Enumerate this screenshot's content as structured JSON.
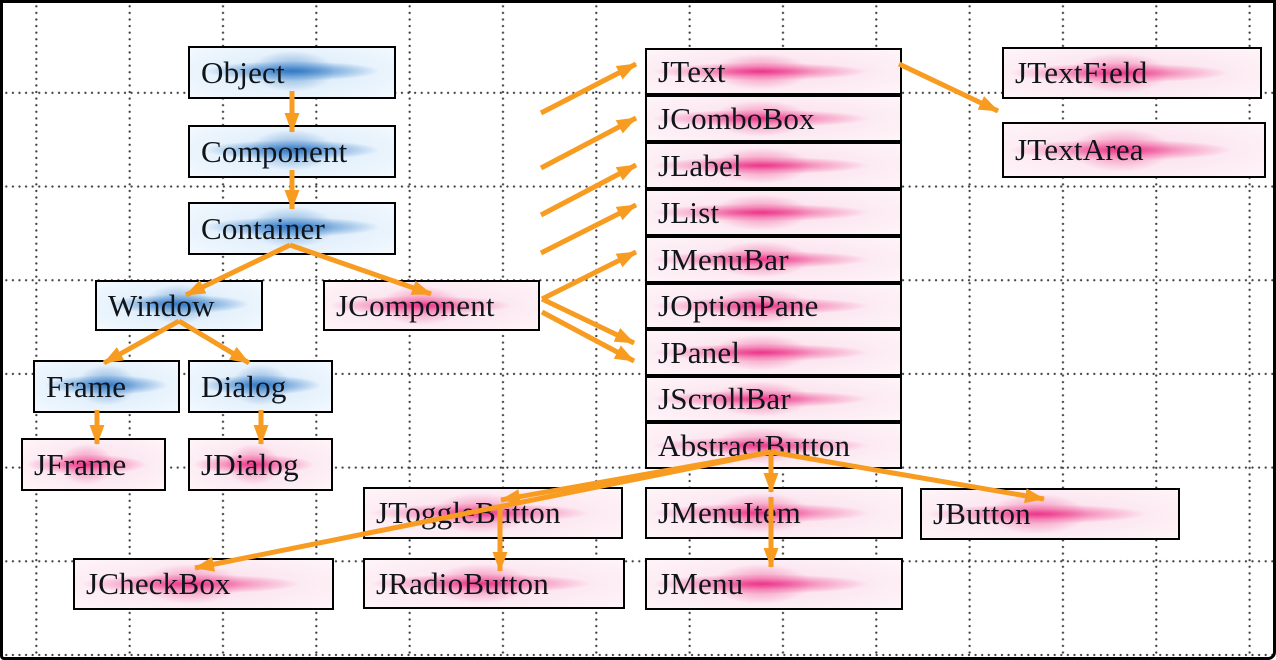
{
  "diagram": {
    "description": "AWT / Swing class hierarchy diagram",
    "arrow_color": "#F79C20",
    "legend": {
      "awt_color_hex": "#2f76c4",
      "swing_color_hex": "#ec2f87"
    },
    "nodes": [
      {
        "id": "object",
        "label": "Object",
        "type": "awt"
      },
      {
        "id": "component",
        "label": "Component",
        "type": "awt"
      },
      {
        "id": "container",
        "label": "Container",
        "type": "awt"
      },
      {
        "id": "window",
        "label": "Window",
        "type": "awt"
      },
      {
        "id": "frame",
        "label": "Frame",
        "type": "awt"
      },
      {
        "id": "dialog",
        "label": "Dialog",
        "type": "awt"
      },
      {
        "id": "jframe",
        "label": "JFrame",
        "type": "swing"
      },
      {
        "id": "jdialog",
        "label": "JDialog",
        "type": "swing"
      },
      {
        "id": "jcomponent",
        "label": "JComponent",
        "type": "swing"
      },
      {
        "id": "jtext",
        "label": "JText",
        "type": "swing"
      },
      {
        "id": "jcombobox",
        "label": "JComboBox",
        "type": "swing"
      },
      {
        "id": "jlabel",
        "label": "JLabel",
        "type": "swing"
      },
      {
        "id": "jlist",
        "label": "JList",
        "type": "swing"
      },
      {
        "id": "jmenubar",
        "label": "JMenuBar",
        "type": "swing"
      },
      {
        "id": "joptionpane",
        "label": "JOptionPane",
        "type": "swing"
      },
      {
        "id": "jpanel",
        "label": "JPanel",
        "type": "swing"
      },
      {
        "id": "jscrollbar",
        "label": "JScrollBar",
        "type": "swing"
      },
      {
        "id": "abstractbutton",
        "label": "AbstractButton",
        "type": "swing"
      },
      {
        "id": "jtextfield",
        "label": "JTextField",
        "type": "swing"
      },
      {
        "id": "jtextarea",
        "label": "JTextArea",
        "type": "swing"
      },
      {
        "id": "jtogglebutton",
        "label": "JToggleButton",
        "type": "swing"
      },
      {
        "id": "jmenuitem",
        "label": "JMenuItem",
        "type": "swing"
      },
      {
        "id": "jbutton",
        "label": "JButton",
        "type": "swing"
      },
      {
        "id": "jcheckbox",
        "label": "JCheckBox",
        "type": "swing"
      },
      {
        "id": "jradiobutton",
        "label": "JRadioButton",
        "type": "swing"
      },
      {
        "id": "jmenu",
        "label": "JMenu",
        "type": "swing"
      }
    ],
    "edges": [
      {
        "from": "object",
        "to": "component"
      },
      {
        "from": "component",
        "to": "container"
      },
      {
        "from": "container",
        "to": "window"
      },
      {
        "from": "container",
        "to": "jcomponent"
      },
      {
        "from": "window",
        "to": "frame"
      },
      {
        "from": "window",
        "to": "dialog"
      },
      {
        "from": "frame",
        "to": "jframe"
      },
      {
        "from": "dialog",
        "to": "jdialog"
      },
      {
        "from": "jtext",
        "to": "jtextfield"
      },
      {
        "from": "",
        "to": "jtext"
      },
      {
        "from": "",
        "to": "jcombobox"
      },
      {
        "from": "",
        "to": "jlabel"
      },
      {
        "from": "",
        "to": "jlist"
      },
      {
        "from": "jcomponent",
        "to": "jmenubar"
      },
      {
        "from": "jcomponent",
        "to": "jpanel"
      },
      {
        "from": "jcomponent",
        "to": "jpanel"
      },
      {
        "from": "abstractbutton",
        "to": "jtogglebutton"
      },
      {
        "from": "abstractbutton",
        "to": "jcheckbox"
      },
      {
        "from": "abstractbutton",
        "to": "jmenuitem"
      },
      {
        "from": "abstractbutton",
        "to": "jbutton"
      },
      {
        "from": "jtogglebutton",
        "to": "jradiobutton"
      },
      {
        "from": "jmenuitem",
        "to": "jmenu"
      }
    ]
  }
}
